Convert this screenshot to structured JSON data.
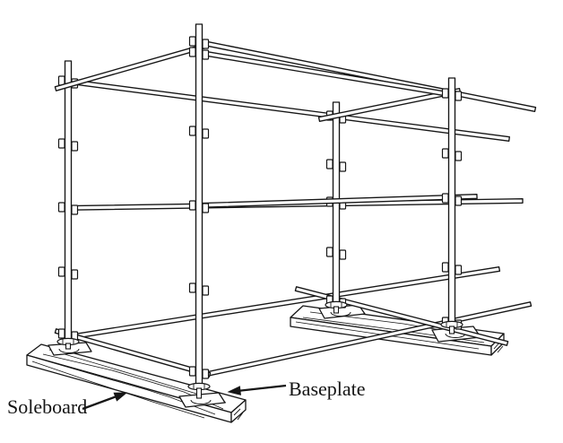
{
  "page": {
    "background": "#ffffff"
  },
  "diagram": {
    "kind": "scaffold-base line drawing",
    "ink": "#161616",
    "labels": {
      "soleboard": "Soleboard",
      "baseplate": "Baseplate"
    },
    "depicted_components": [
      "standard",
      "ledger",
      "transom",
      "coupler",
      "joint-sleeve",
      "baseplate",
      "soleboard"
    ]
  }
}
